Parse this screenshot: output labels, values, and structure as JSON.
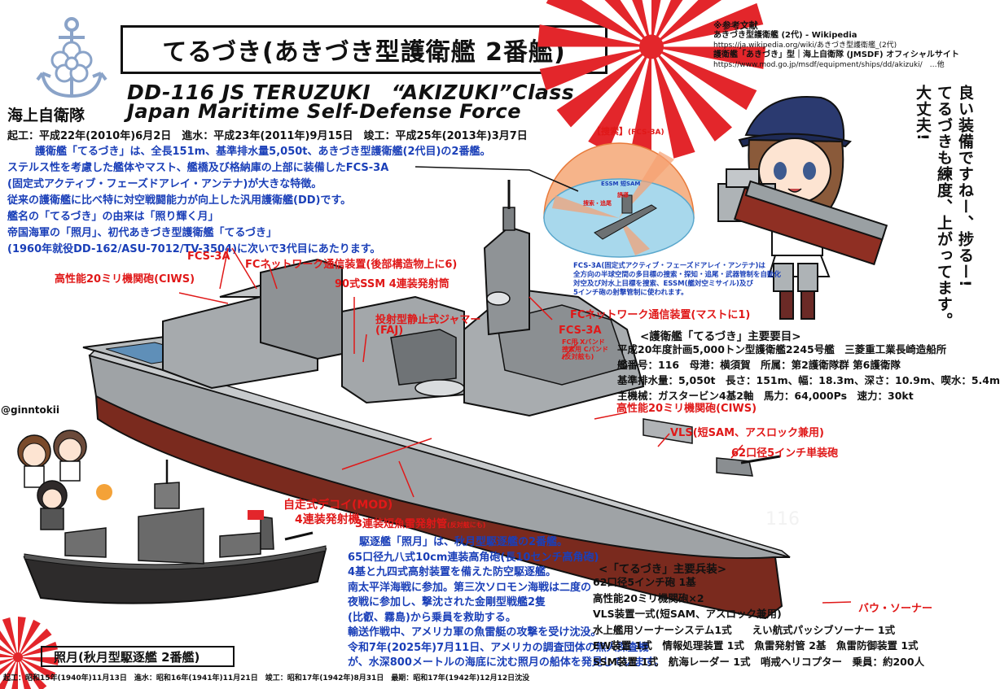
{
  "title": "てるづき(あきづき型護衛艦 2番艦)",
  "subtitle": "DD-116 JS TERUZUKI　“AKIZUKI”Class",
  "org_jp": "海上自衛隊",
  "org_en": "Japan Maritime Self-Defense Force",
  "dates_line": "起工：平成22年(2010年)6月2日　進水：平成23年(2011年)9月15日　竣工：平成25年(2013年)3月7日",
  "intro_lines": [
    {
      "text": "護衛艦「てるづき」は、全長151m、基準排水量5,050t、あきづき型護衛艦(2代目)の2番艦。",
      "color": "blue"
    },
    {
      "text": "ステルス性を考慮した艦体やマスト、艦橋及び格納庫の上部に装備したFCS-3A",
      "color": "blue"
    },
    {
      "text": "(固定式アクティブ・フェーズドアレイ・アンテナ)が大きな特徴。",
      "color": "blue"
    },
    {
      "text": "従来の護衛艦に比べ特に対空戦闘能力が向上した汎用護衛艦(DD)です。",
      "color": "blue"
    },
    {
      "text": "艦名の「てるづき」の由来は「照り輝く月」",
      "color": "blue"
    },
    {
      "text": "帝国海軍の「照月」、初代あきづき型護衛艦「てるづき」",
      "color": "blue"
    },
    {
      "text": "(1960年就役DD-162/ASU-7012/TV-3504)に次いで3代目にあたります。",
      "color": "blue"
    }
  ],
  "references": {
    "heading": "※参考文献",
    "lines": [
      "あきづき型護衛艦 (2代) - Wikipedia",
      "https://ja.wikipedia.org/wiki/あきづき型護衛艦_(2代)",
      "護衛艦「あきづき」型｜海上自衛隊 (JMSDF) オフィシャルサイト",
      "https://www.mod.go.jp/msdf/equipment/ships/dd/akizuki/　…他"
    ]
  },
  "character_speech": [
    "良い装備ですねー、捗るー!",
    "てるづきも練度、上がってます。",
    "大丈夫!"
  ],
  "watermark": "@ginntokii",
  "callouts": {
    "ciws_aft": "高性能20ミリ機関砲(CIWS)",
    "fcs_aft": "FCS-3A",
    "fc_network_aft": "FCネットワーク通信装置(後部構造物上に6)",
    "ssm": "90式SSM 4連装発射筒",
    "faj_1": "投射型静止式ジャマー",
    "faj_2": "(FAJ)",
    "fc_network_mast": "FCネットワーク通信装置(マストに1)",
    "fcs_fwd": "FCS-3A",
    "fcs_fwd_note_1": "FC用 Xバンド",
    "fcs_fwd_note_2": "捜索用 Cバンド",
    "fcs_fwd_note_3": "(反対舷も)",
    "ciws_fwd": "高性能20ミリ機関砲(CIWS)",
    "vls": "VLS(短SAM、アスロック兼用)",
    "gun": "62口径5インチ単装砲",
    "mod_1": "自走式デコイ(MOD)",
    "mod_2": "4連装発射機",
    "torpedo": "3連装短魚雷発射管",
    "torpedo_note": "(反対舷にも)",
    "bow_sonar": "バウ・ソーナー"
  },
  "fcs_diagram": {
    "heading": "【捜索】",
    "heading_note": "(FCS-3A)",
    "label_essm": "ESSM 短SAM",
    "label_track": "捜索・追尾",
    "label_guide": "誘導",
    "caption": [
      "FCS-3A(固定式アクティブ・フェーズドアレイ・アンテナ)は",
      "全方向の半球空間の多目標の捜索・探知・追尾・武器管制を自動化",
      "対空及び対水上目標を捜索、ESSM(艦対空ミサイル)及び",
      "5インチ砲の射撃管制に使われます。"
    ]
  },
  "main_specs": {
    "heading": "<護衛艦「てるづき」主要要目>",
    "lines": [
      "平成20年度計画5,000トン型護衛艦2245号艦　三菱重工業長崎造船所",
      "艦番号：116　母港：横須賀　所属：第2護衛隊群 第6護衛隊",
      "基準排水量：5,050t　長さ：151m、幅：18.3m、深さ：10.9m、喫水：5.4m",
      "主機械：ガスタービン4基2軸　馬力：64,000Ps　速力：30kt"
    ]
  },
  "weapons": {
    "heading": "<「てるづき」主要兵装>",
    "lines": [
      "62口径5インチ砲 1基",
      "高性能20ミリ機関砲×2",
      "VLS装置一式(短SAM、アスロック兼用)",
      "水上艦用ソーナーシステム1式　　えい航式パッシブソーナー 1式",
      "EW装置 1式　情報処理装置 1式　魚雷発射管 2基　魚雷防御装置 1式",
      "SSM装置 1式　航海レーダー 1式　哨戒ヘリコプター　乗員：約200人"
    ]
  },
  "hull_number": "116",
  "history": {
    "lines": [
      "駆逐艦「照月」は、秋月型駆逐艦の2番艦。",
      "65口径九八式10cm連装高角砲(長10センチ高角砲)",
      "4基と九四式高射装置を備えた防空駆逐艦。",
      "南太平洋海戦に参加。第三次ソロモン海戦は二度の",
      "夜戦に参加し、撃沈された金剛型戦艦2隻",
      "(比叡、霧島)から乗員を救助する。",
      "輸送作戦中、アメリカ軍の魚雷艇の攻撃を受け沈没。",
      "令和7年(2025年)7月11日、アメリカの調査団体の無人探査機",
      "が、水深800メートルの海底に沈む照月の船体を発見しています。"
    ]
  },
  "old_ship": {
    "name": "照月(秋月型駆逐艦 2番艦)",
    "dates": "起工：昭和15年(1940年)11月13日　進水：昭和16年(1941年)11月21日　竣工：昭和17年(1942年)8月31日　最期：昭和17年(1942年)12月12日沈没"
  },
  "colors": {
    "blue_text": "#1a3fb8",
    "red_text": "#e01818",
    "hull_gray": "#9fa3a6",
    "hull_red": "#7a2a1e",
    "flag_red": "#e3262b"
  }
}
